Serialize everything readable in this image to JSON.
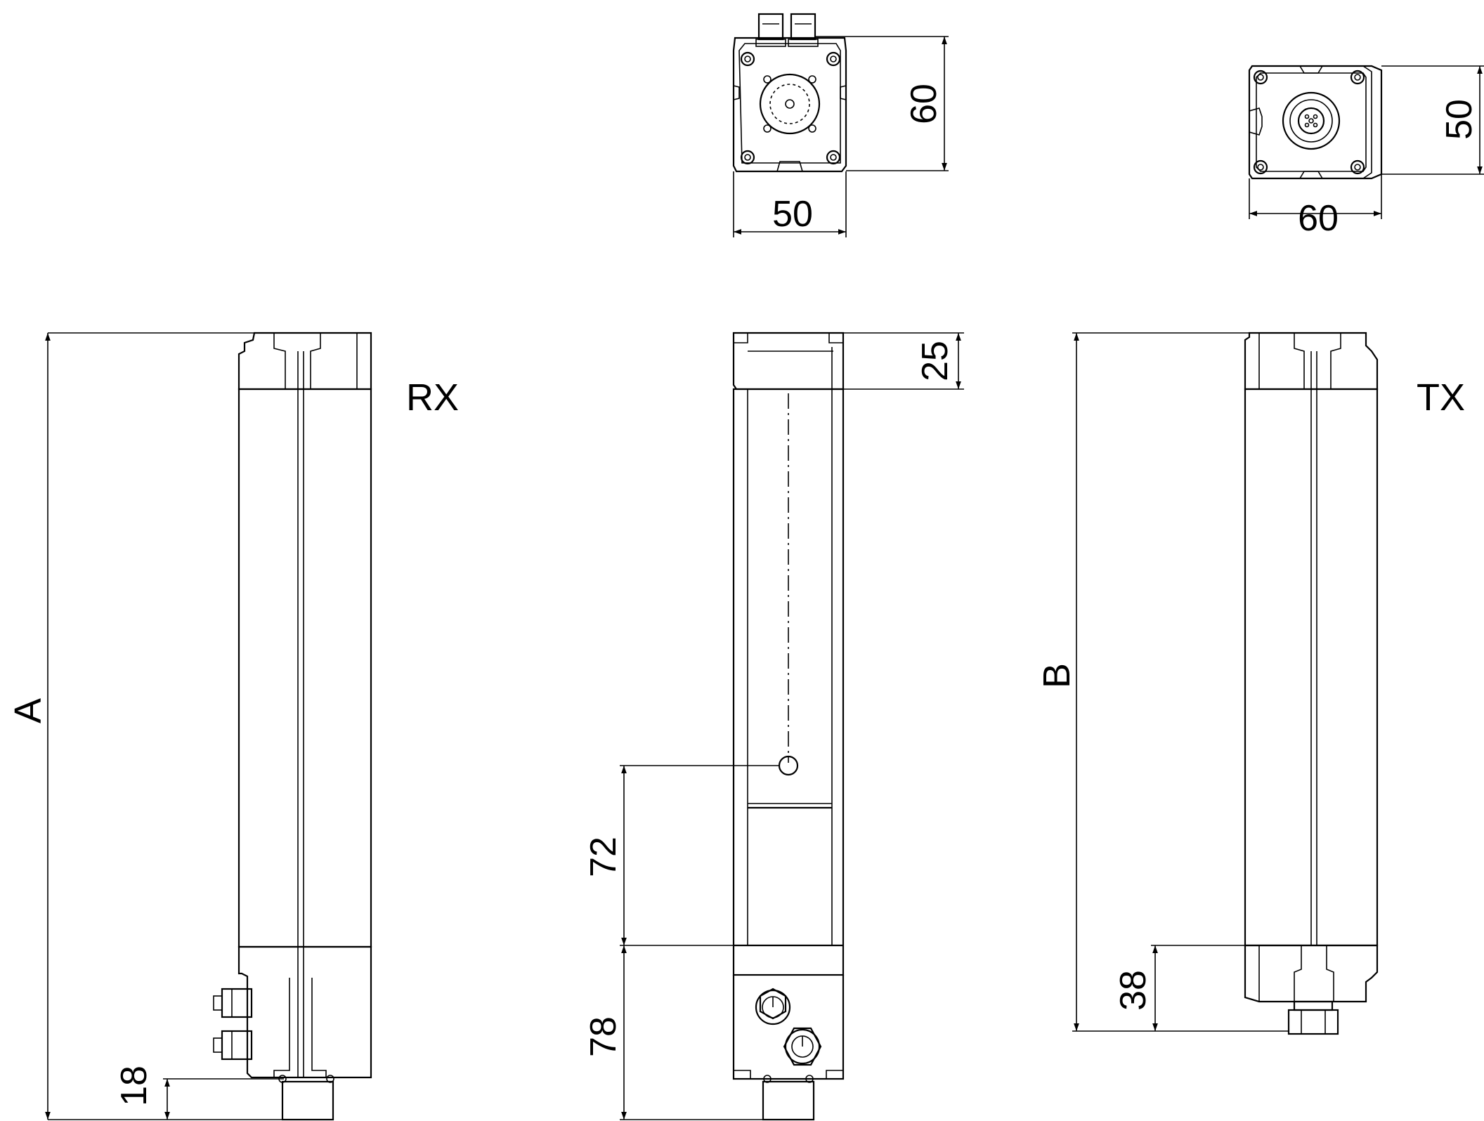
{
  "labels": {
    "rx": "RX",
    "tx": "TX",
    "a": "A",
    "b": "B"
  },
  "dimensions": {
    "top_rx_width": "50",
    "top_rx_height": "60",
    "top_tx_width": "60",
    "top_tx_height": "50",
    "rx_bottom_offset": "18",
    "front_top": "25",
    "front_lens": "72",
    "front_bottom": "78",
    "tx_bottom_offset": "38"
  }
}
